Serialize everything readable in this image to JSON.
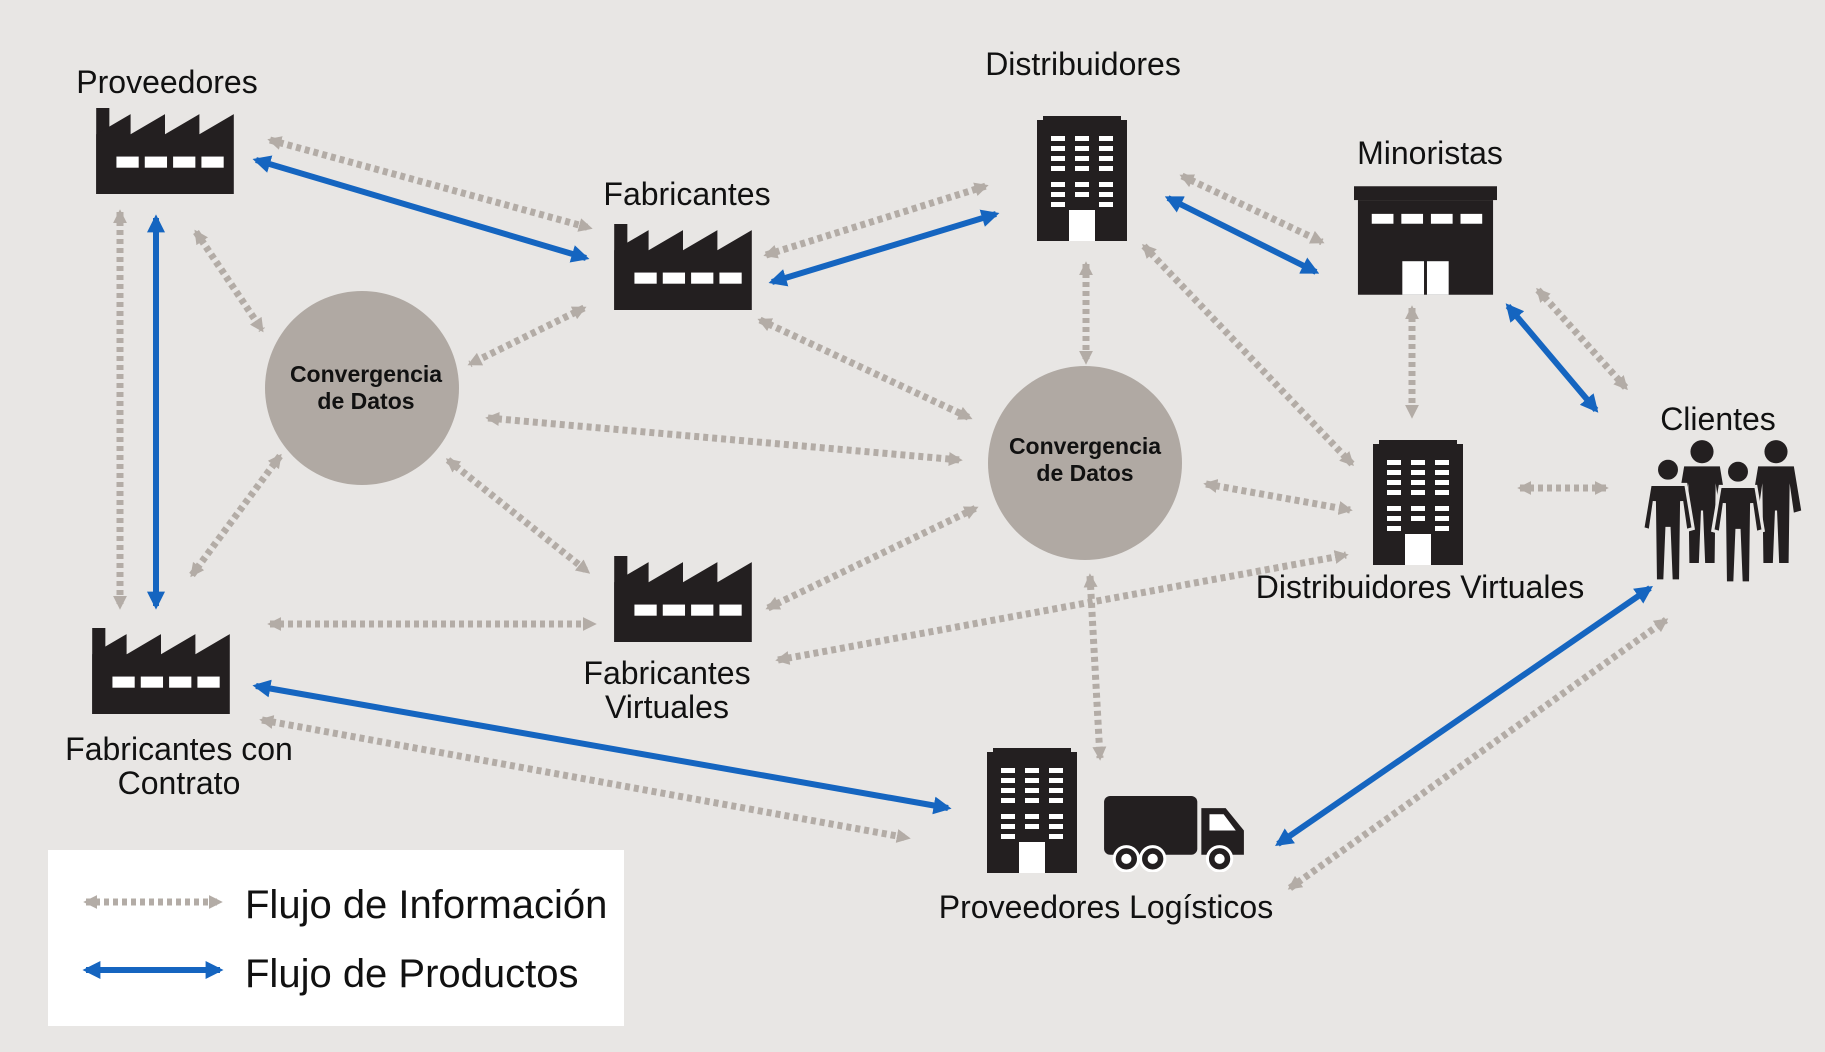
{
  "colors": {
    "background": "#e8e6e4",
    "info_flow": "#b3aca6",
    "product_flow": "#1565c0",
    "icon": "#231f20",
    "hub": "#b0a9a3",
    "legend_bg": "#ffffff"
  },
  "nodes": {
    "proveedores": {
      "lines": [
        "Proveedores"
      ],
      "icon": "factory-icon"
    },
    "fabricantes": {
      "lines": [
        "Fabricantes"
      ],
      "icon": "factory-icon"
    },
    "distribuidores": {
      "lines": [
        "Distribuidores"
      ],
      "icon": "office-building-icon"
    },
    "minoristas": {
      "lines": [
        "Minoristas"
      ],
      "icon": "store-icon"
    },
    "clientes": {
      "lines": [
        "Clientes"
      ],
      "icon": "people-group-icon"
    },
    "fabricantes_contrato": {
      "lines": [
        "Fabricantes con",
        "Contrato"
      ],
      "icon": "factory-icon"
    },
    "fabricantes_virtuales": {
      "lines": [
        "Fabricantes",
        "Virtuales"
      ],
      "icon": "factory-icon"
    },
    "distribuidores_virtuales": {
      "lines": [
        "Distribuidores Virtuales"
      ],
      "icon": "office-building-icon"
    },
    "proveedores_logisticos": {
      "lines": [
        "Proveedores Logísticos"
      ],
      "icon": "office-building-icon",
      "extra_icon": "delivery-truck-icon"
    }
  },
  "hubs": {
    "left": {
      "lines": [
        "Convergencia",
        "de Datos"
      ]
    },
    "center": {
      "lines": [
        "Convergencia",
        "de Datos"
      ]
    }
  },
  "legend": {
    "info_label": "Flujo de Información",
    "product_label": "Flujo de Productos"
  },
  "flows": {
    "information": [
      [
        "proveedores",
        "fabricantes"
      ],
      [
        "proveedores",
        "fabricantes_contrato"
      ],
      [
        "proveedores",
        "hub_left"
      ],
      [
        "fabricantes",
        "distribuidores"
      ],
      [
        "fabricantes",
        "hub_left"
      ],
      [
        "fabricantes",
        "hub_center"
      ],
      [
        "hub_left",
        "hub_center"
      ],
      [
        "hub_left",
        "fabricantes_contrato"
      ],
      [
        "hub_left",
        "fabricantes_virtuales"
      ],
      [
        "fabricantes_contrato",
        "fabricantes_virtuales"
      ],
      [
        "fabricantes_contrato",
        "proveedores_logisticos"
      ],
      [
        "fabricantes_virtuales",
        "hub_center"
      ],
      [
        "fabricantes_virtuales",
        "distribuidores_virtuales"
      ],
      [
        "distribuidores",
        "minoristas"
      ],
      [
        "distribuidores",
        "hub_center"
      ],
      [
        "distribuidores",
        "distribuidores_virtuales"
      ],
      [
        "minoristas",
        "distribuidores_virtuales"
      ],
      [
        "minoristas",
        "clientes"
      ],
      [
        "hub_center",
        "distribuidores_virtuales"
      ],
      [
        "hub_center",
        "proveedores_logisticos"
      ],
      [
        "distribuidores_virtuales",
        "clientes"
      ],
      [
        "proveedores_logisticos",
        "clientes"
      ]
    ],
    "products": [
      [
        "proveedores",
        "fabricantes"
      ],
      [
        "proveedores",
        "fabricantes_contrato"
      ],
      [
        "fabricantes",
        "distribuidores"
      ],
      [
        "distribuidores",
        "minoristas"
      ],
      [
        "minoristas",
        "clientes"
      ],
      [
        "fabricantes_contrato",
        "proveedores_logisticos"
      ],
      [
        "proveedores_logisticos",
        "clientes"
      ]
    ]
  }
}
